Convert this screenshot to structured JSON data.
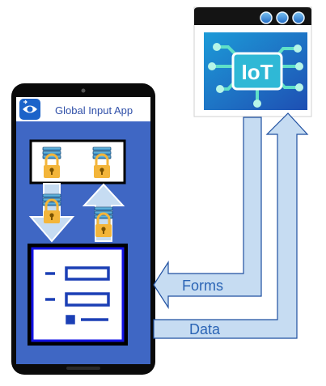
{
  "app": {
    "title": "Global Input App",
    "logo_icon": "eye-lock-icon"
  },
  "iot_window": {
    "label": "IoT",
    "window_buttons": [
      "circle",
      "circle",
      "circle"
    ],
    "icon": "circuit-board-icon"
  },
  "arrows": {
    "forms_label": "Forms",
    "data_label": "Data"
  },
  "icons": {
    "lock": "padlock-icon",
    "server": "server-icon",
    "form": "form-icon"
  },
  "colors": {
    "phone_body": "#0a0a0a",
    "screen_blue": "#3f67c4",
    "iot_bg": "#2a7fd6",
    "arrow_fill": "#c6dcf2",
    "arrow_stroke": "#1f4fa0",
    "label_color": "#2a64b5",
    "lock_gold": "#f3b53a"
  }
}
